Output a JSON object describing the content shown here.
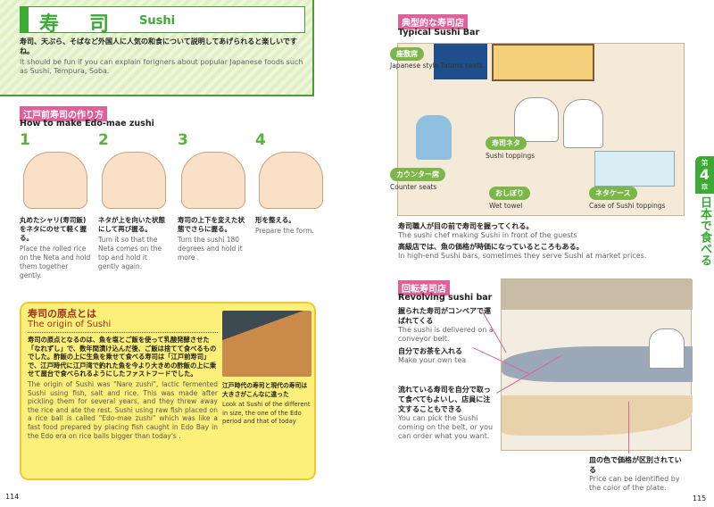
{
  "header": {
    "title_jp": "寿　司",
    "title_en": "Sushi",
    "intro_jp": "寿司、天ぷら、そばなど外国人に人気の和食について説明してあげられると楽しいですね。",
    "intro_en": "It should be fun if you can explain forigners about popular Japanese foods such as Sushi, Tempura, Soba."
  },
  "howto": {
    "label_jp": "江戸前寿司の作り方",
    "label_en": "How to make Edo-mae zushi",
    "steps": [
      {
        "num": "1",
        "jp": "丸めたシャリ(寿司飯)をネタにのせて軽く握る。",
        "en": "Place the rolled rice on the Neta and hold them together gently."
      },
      {
        "num": "2",
        "jp": "ネタが上を向いた状態にして再び握る。",
        "en": "Turn it so that the Neta comes on the top and hold it gently again."
      },
      {
        "num": "3",
        "jp": "寿司の上下を変えた状態でさらに握る。",
        "en": "Turn the sushi 180 degrees and hold it more ."
      },
      {
        "num": "4",
        "jp": "形を整える。",
        "en": "Prepare the form."
      }
    ]
  },
  "origin": {
    "title_jp": "寿司の原点とは",
    "title_en": "The origin of Sushi",
    "body_jp": "寿司の原点となるのは、魚を塩とご飯を使って乳酸発酵させた「なれずし」で、数年間漬け込んだ後、ご飯は捨てて食べるものでした。酢飯の上に生魚を乗せて食べる寿司は「江戸前寿司」で、江戸時代に江戸湾で釣れた魚を今より大きめの酢飯の上に乗せて屋台で食べられるようにしたファストフードでした。",
    "body_en": "The origin of Sushi was \"Nare zushi\", lactic fermented Sushi using fish, salt and rice. This was made after pickling them for several years, and they threw away the rice and ate the rest. Sushi using raw fish placed on a rice ball is called \"Edo-mae zushi\" which was like a fast food prepared by placing fish caught in Edo Bay in the Edo era on rice balls bigger than today's .",
    "caption_jp": "江戸時代の寿司と現代の寿司は大きさがこんなに違った",
    "caption_en": "Look at Sushi of the different in size, the one of the Edo period and that of today"
  },
  "typical": {
    "label_jp": "典型的な寿司店",
    "label_en": "Typical Sushi Bar",
    "tags": [
      {
        "jp": "座敷席",
        "en": "Japanese style Tatami seats"
      },
      {
        "jp": "寿司ネタ",
        "en": "Sushi toppings"
      },
      {
        "jp": "カウンター席",
        "en": "Counter seats"
      },
      {
        "jp": "おしぼり",
        "en": "Wet towel"
      },
      {
        "jp": "ネタケース",
        "en": "Case of Sushi toppings"
      }
    ],
    "notes": [
      {
        "jp": "寿司職人が目の前で寿司を握ってくれる。",
        "en": "The sushi chef making Sushi in front of the guests"
      },
      {
        "jp": "高級店では、魚の価格が時価になっているところもある。",
        "en": "In high-end Sushi bars, sometimes they serve Sushi at market prices."
      }
    ]
  },
  "revolving": {
    "label_jp": "回転寿司店",
    "label_en": "Revolving sushi bar",
    "callouts": [
      {
        "jp": "握られた寿司がコンベアで運ばれてくる",
        "en": "The sushi is delivered on a conveyor belt."
      },
      {
        "jp": "自分でお茶を入れる",
        "en": "Make your own tea"
      },
      {
        "jp": "流れている寿司を自分で取って食べてもよいし、店員に注文することもできる",
        "en": "You can pick the Sushi coming on the belt, or you can order what you want."
      },
      {
        "jp": "皿の色で価格が区別されている",
        "en": "Price can be identified by the color of the plate."
      }
    ]
  },
  "chapter": {
    "prefix": "第",
    "num": "4",
    "suffix": "章",
    "title": "日本で食べる"
  },
  "pages": {
    "left": "114",
    "right": "115"
  },
  "colors": {
    "green": "#3aaa35",
    "pink": "#e0609a",
    "yellow": "#fdf07a"
  }
}
